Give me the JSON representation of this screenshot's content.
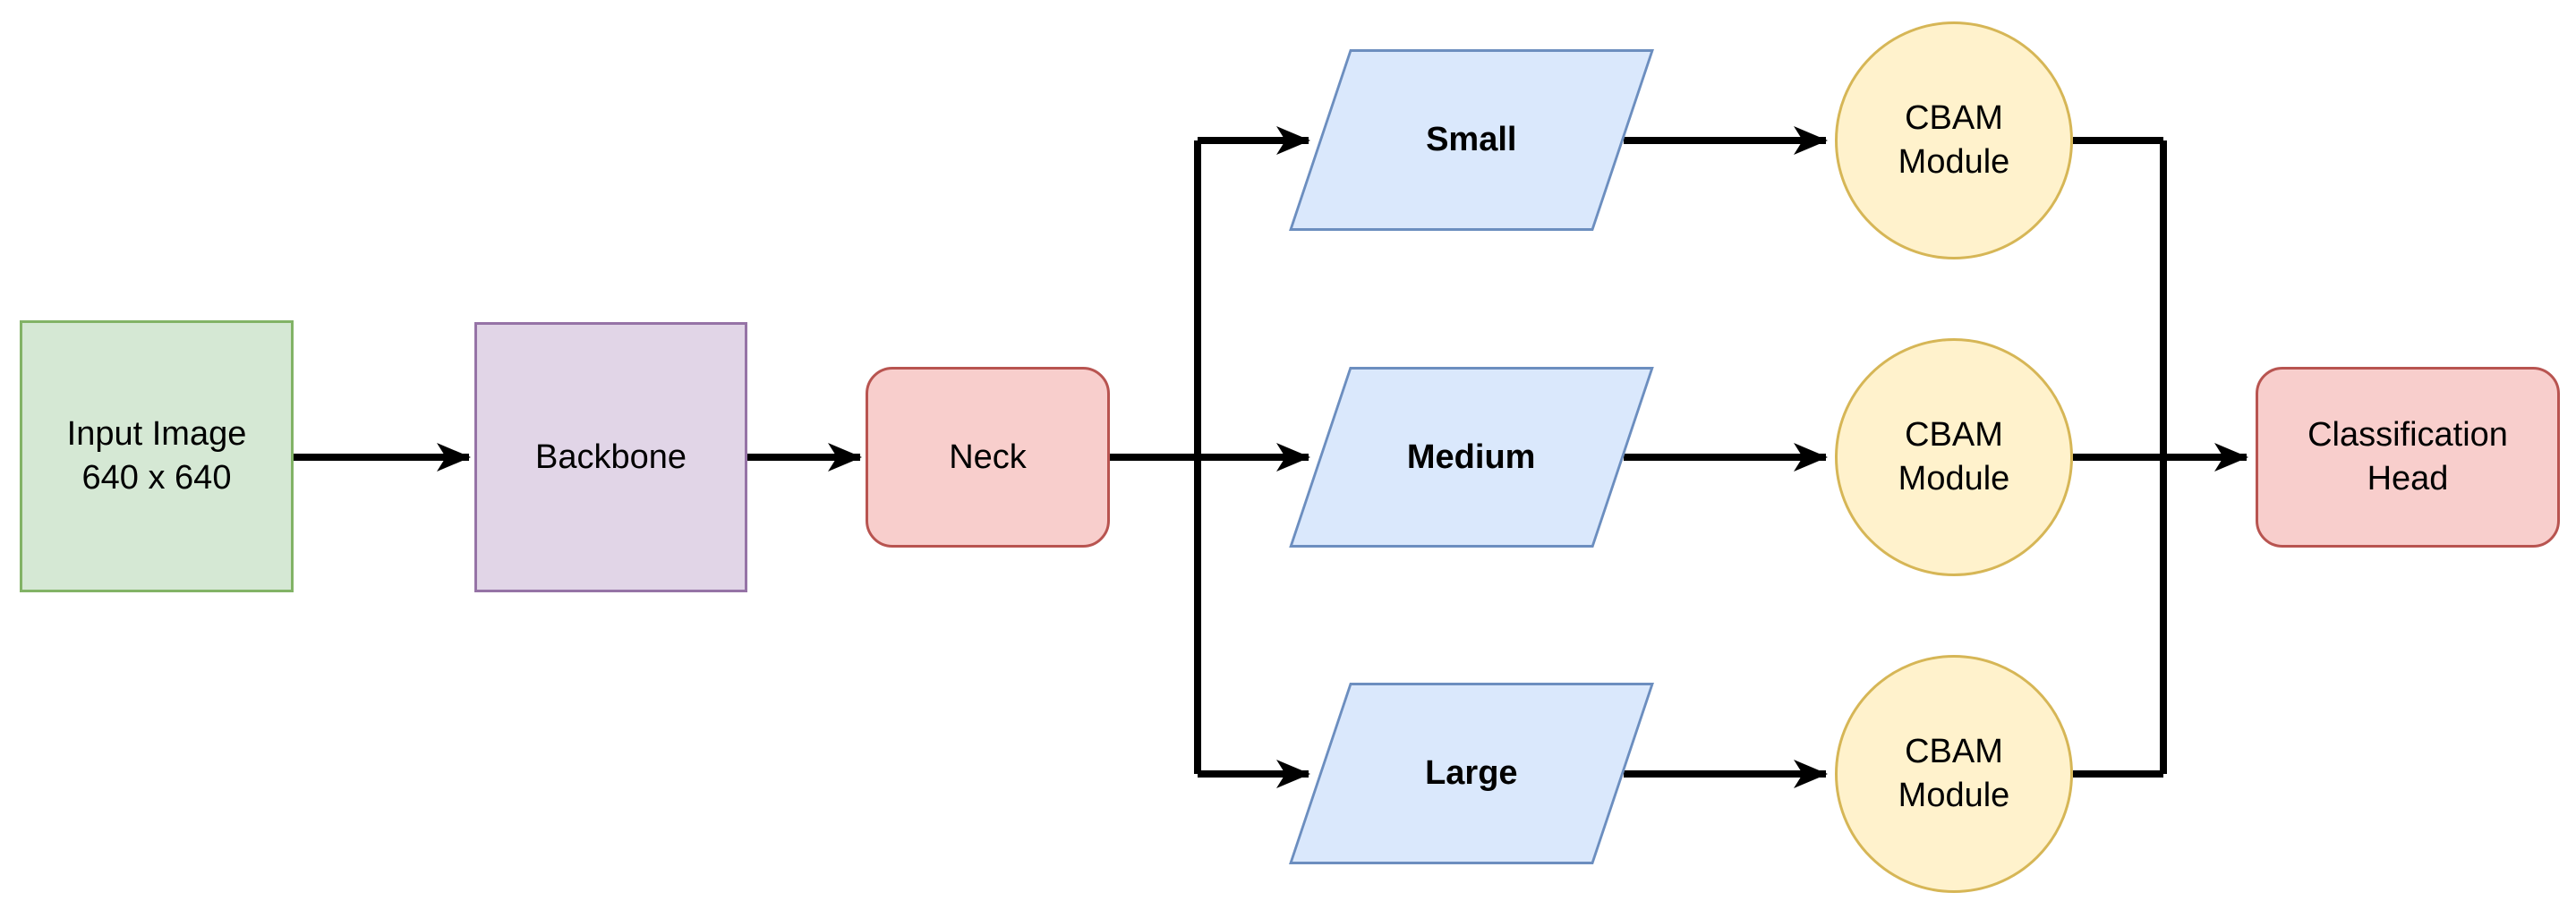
{
  "diagram": {
    "type": "flowchart",
    "background_color": "#ffffff",
    "connector_color": "#000000",
    "nodes": {
      "input_image": {
        "label": "Input Image\n640 x 640",
        "shape": "rectangle",
        "fill": "#d5e8d4",
        "stroke": "#82b366"
      },
      "backbone": {
        "label": "Backbone",
        "shape": "rectangle",
        "fill": "#e1d5e7",
        "stroke": "#9673a6"
      },
      "neck": {
        "label": "Neck",
        "shape": "rounded-rectangle",
        "fill": "#f8cecc",
        "stroke": "#b85450"
      },
      "small": {
        "label": "Small",
        "shape": "parallelogram",
        "fill": "#dae8fc",
        "stroke": "#6c8ebf",
        "bold": true
      },
      "medium": {
        "label": "Medium",
        "shape": "parallelogram",
        "fill": "#dae8fc",
        "stroke": "#6c8ebf",
        "bold": true
      },
      "large": {
        "label": "Large",
        "shape": "parallelogram",
        "fill": "#dae8fc",
        "stroke": "#6c8ebf",
        "bold": true
      },
      "cbam_small": {
        "label": "CBAM\nModule",
        "shape": "circle",
        "fill": "#fff2cc",
        "stroke": "#d6b656"
      },
      "cbam_medium": {
        "label": "CBAM\nModule",
        "shape": "circle",
        "fill": "#fff2cc",
        "stroke": "#d6b656"
      },
      "cbam_large": {
        "label": "CBAM\nModule",
        "shape": "circle",
        "fill": "#fff2cc",
        "stroke": "#d6b656"
      },
      "classification_head": {
        "label": "Classification\nHead",
        "shape": "rounded-rectangle",
        "fill": "#f8cecc",
        "stroke": "#b85450"
      }
    },
    "edges": [
      {
        "from": "input_image",
        "to": "backbone"
      },
      {
        "from": "backbone",
        "to": "neck"
      },
      {
        "from": "neck",
        "to": "small"
      },
      {
        "from": "neck",
        "to": "medium"
      },
      {
        "from": "neck",
        "to": "large"
      },
      {
        "from": "small",
        "to": "cbam_small"
      },
      {
        "from": "medium",
        "to": "cbam_medium"
      },
      {
        "from": "large",
        "to": "cbam_large"
      },
      {
        "from": "cbam_small",
        "to": "classification_head"
      },
      {
        "from": "cbam_medium",
        "to": "classification_head"
      },
      {
        "from": "cbam_large",
        "to": "classification_head"
      }
    ]
  }
}
